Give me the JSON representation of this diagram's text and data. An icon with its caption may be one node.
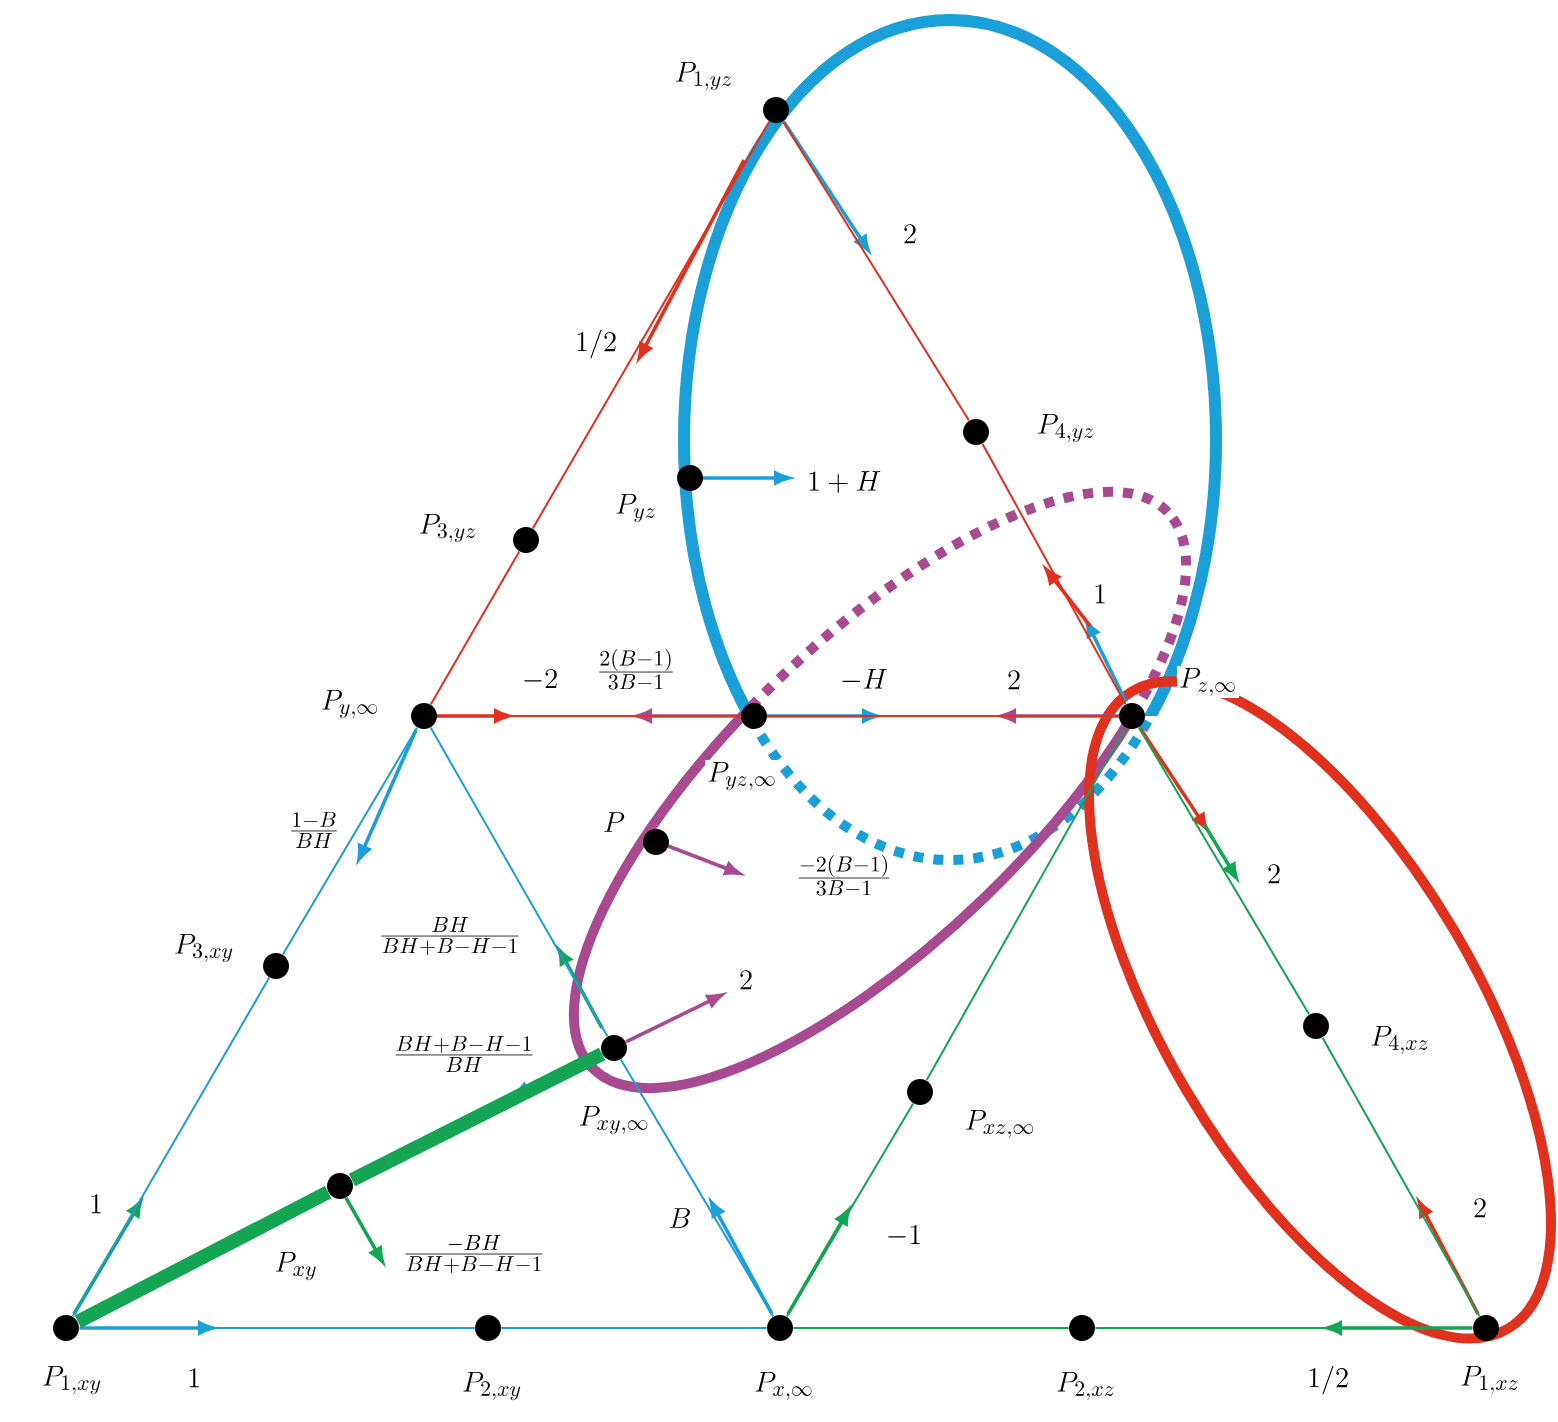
{
  "diagram": {
    "nodes": [
      {
        "text": [],
        "shape": "circle",
        "beside": [
          "P_{1,yz}"
        ]
      },
      {
        "text": [],
        "shape": "circle",
        "beside": [
          "P_{4,yz}"
        ]
      },
      {
        "text": [],
        "shape": "circle",
        "beside": [
          "P_{yz}"
        ]
      },
      {
        "text": [],
        "shape": "circle",
        "beside": [
          "P_{3,yz}"
        ]
      },
      {
        "text": [],
        "shape": "circle",
        "beside": [
          "P_{y,\\infty}"
        ]
      },
      {
        "text": [],
        "shape": "circle",
        "beside": [
          "P_{yz,\\infty}"
        ]
      },
      {
        "text": [],
        "shape": "circle",
        "beside": [
          "P_{z,\\infty}"
        ]
      },
      {
        "text": [],
        "shape": "circle",
        "beside": [
          "P"
        ]
      },
      {
        "text": [],
        "shape": "circle",
        "beside": [
          "P_{3,xy}"
        ]
      },
      {
        "text": [],
        "shape": "circle",
        "beside": [
          "P_{4,xz}"
        ]
      },
      {
        "text": [],
        "shape": "circle",
        "beside": [
          "P_{xy,\\infty}"
        ]
      },
      {
        "text": [],
        "shape": "circle",
        "beside": [
          "P_{xz,\\infty}"
        ]
      },
      {
        "text": [],
        "shape": "circle",
        "beside": [
          "P_{xy}"
        ]
      },
      {
        "text": [],
        "shape": "circle",
        "beside": [
          "P_{1,xy}"
        ]
      },
      {
        "text": [],
        "shape": "circle",
        "beside": [
          "P_{2,xy}"
        ]
      },
      {
        "text": [],
        "shape": "circle",
        "beside": [
          "P_{x,\\infty}"
        ]
      },
      {
        "text": [],
        "shape": "circle",
        "beside": [
          "P_{2,xz}"
        ]
      },
      {
        "text": [],
        "shape": "circle",
        "beside": [
          "P_{1,xz}"
        ]
      }
    ],
    "edges": [
      {
        "from": 0,
        "to": 3,
        "arrow": "none",
        "color": "#e0301e"
      },
      {
        "from": 3,
        "to": 4,
        "arrow": "none",
        "color": "#e0301e"
      },
      {
        "from": 0,
        "to": 1,
        "arrow": "none",
        "color": "#e0301e"
      },
      {
        "from": 1,
        "to": 6,
        "arrow": "none",
        "color": "#e0301e"
      },
      {
        "from": 4,
        "to": 5,
        "arrow": "none",
        "color": "#e0301e"
      },
      {
        "from": 5,
        "to": 6,
        "arrow": "none",
        "color": "#e0301e"
      },
      {
        "from": 4,
        "to": 8,
        "arrow": "none",
        "color": "#1a9fd8"
      },
      {
        "from": 8,
        "to": 13,
        "arrow": "none",
        "color": "#1a9fd8"
      },
      {
        "from": 13,
        "to": 14,
        "arrow": "none",
        "color": "#1a9fd8"
      },
      {
        "from": 14,
        "to": 15,
        "arrow": "none",
        "color": "#1a9fd8"
      },
      {
        "from": 4,
        "to": 10,
        "arrow": "none",
        "color": "#1a9fd8"
      },
      {
        "from": 10,
        "to": 15,
        "arrow": "none",
        "color": "#1a9fd8"
      },
      {
        "from": 15,
        "to": 11,
        "arrow": "none"
      },
      {
        "from": 11,
        "to": 6,
        "arrow": "none"
      },
      {
        "from": 15,
        "to": 16,
        "arrow": "none"
      },
      {
        "from": 16,
        "to": 17,
        "arrow": "none"
      },
      {
        "from": 6,
        "to": 9,
        "arrow": "none"
      },
      {
        "from": 9,
        "to": 17,
        "arrow": "none"
      },
      {
        "from": 13,
        "to": 12,
        "arrow": "none",
        "style": "thick"
      },
      {
        "from": 12,
        "to": 10,
        "arrow": "none",
        "style": "thick"
      }
    ],
    "labels": [
      "2",
      "1/2",
      "1+H",
      "1",
      "-2",
      "\\frac{2(B-1)}{3B-1}",
      "-H",
      "2",
      "\\frac{1-B}{BH}",
      "\\frac{-2(B-1)}{3B-1}",
      "2",
      "\\frac{BH}{BH+B-H-1}",
      "2",
      "\\frac{BH+B-H-1}{BH}",
      "1",
      "2",
      "B",
      "-1",
      "\\frac{-BH}{BH+B-H-1}",
      "1",
      "1/2"
    ]
  }
}
